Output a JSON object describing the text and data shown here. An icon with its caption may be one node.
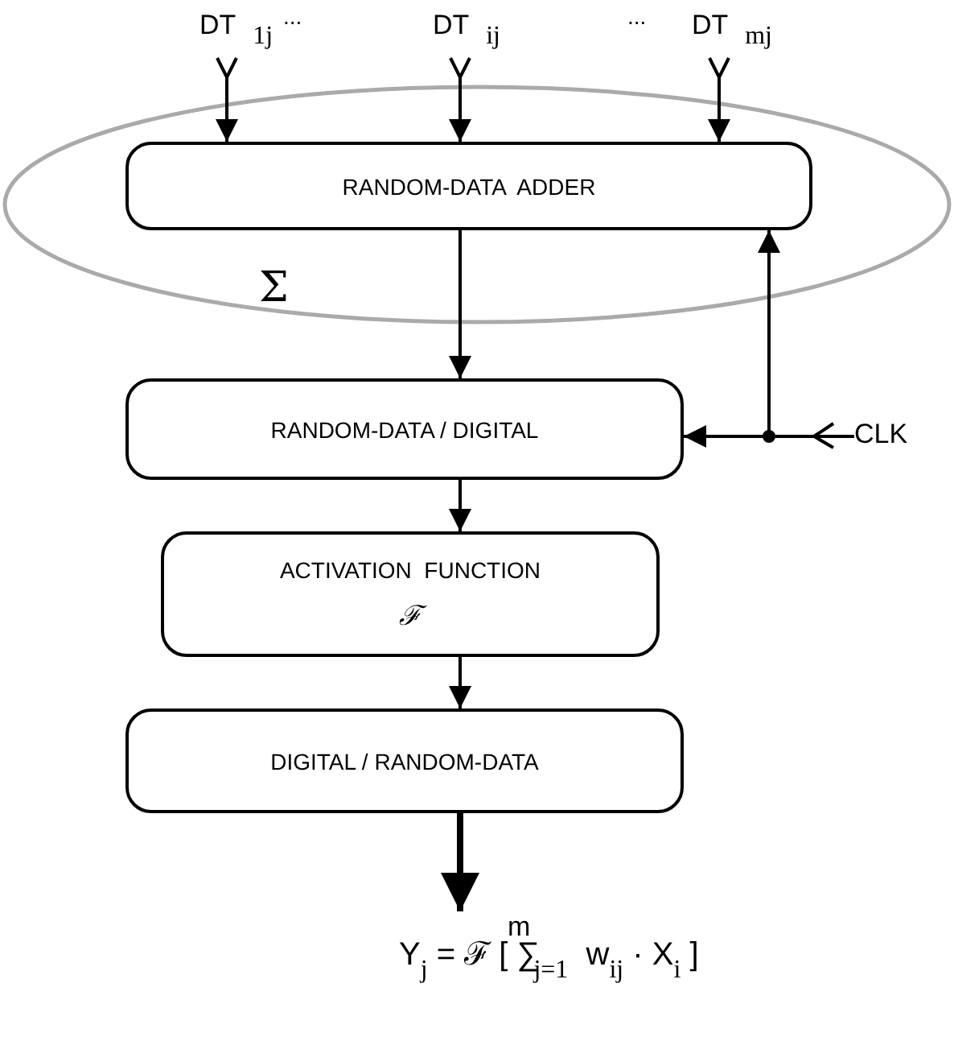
{
  "diagram": {
    "nodes": [
      {
        "text": [
          "Σ"
        ]
      },
      {
        "text": [
          "RANDOM-DATA  ADDER"
        ],
        "in": 0
      },
      {
        "text": [
          "DT $_{1j}$"
        ]
      },
      {
        "text": [
          "DT $_{ij}$"
        ]
      },
      {
        "text": [
          "DT $_{mj}$"
        ]
      },
      {
        "text": [
          "RANDOM-DATA / DIGITAL"
        ]
      },
      {
        "text": [
          "ACTIVATION  FUNCTION",
          "ℱ"
        ]
      },
      {
        "text": [
          "DIGITAL / RANDOM-DATA"
        ]
      },
      {
        "text": [
          "Y$_{j}$ = ℱ [ ∑$^{m}$$_{j=1}$  w$_{ij}$ · X$_{i}$ ]"
        ]
      },
      {
        "text": [
          "CLK"
        ]
      }
    ],
    "edges": [
      {
        "from": 2,
        "to": 1,
        "arrow": "to"
      },
      {
        "from": 3,
        "to": 1,
        "arrow": "to"
      },
      {
        "from": 4,
        "to": 1,
        "arrow": "to"
      },
      {
        "from": 1,
        "to": 5,
        "arrow": "to"
      },
      {
        "from": 9,
        "to": 1,
        "arrow": "to"
      },
      {
        "from": 9,
        "to": 5,
        "arrow": "to"
      },
      {
        "from": 5,
        "to": 6,
        "arrow": "to"
      },
      {
        "from": 6,
        "to": 7,
        "arrow": "to"
      },
      {
        "from": 7,
        "to": 8,
        "arrow": "to",
        "style": "thick"
      }
    ],
    "labels": [
      "...",
      "..."
    ]
  }
}
